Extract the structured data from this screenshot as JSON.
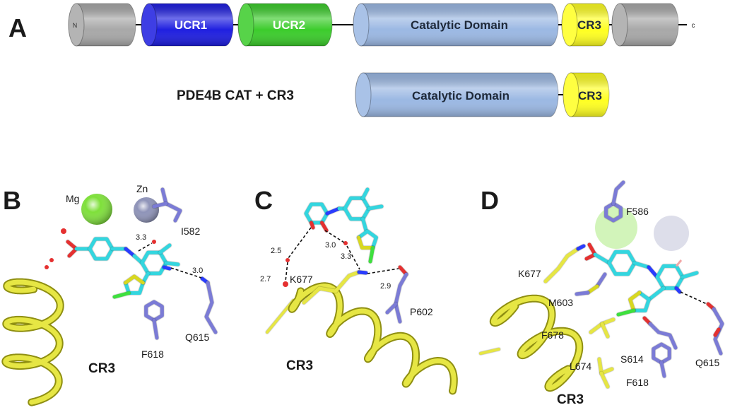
{
  "figure": {
    "panel_a": {
      "label": "A",
      "full_length": {
        "n_terminus": "N",
        "ucr1": "UCR1",
        "ucr2": "UCR2",
        "catalytic_domain": "Catalytic Domain",
        "cr3": "CR3",
        "c_terminus": "c"
      },
      "construct": {
        "name": "PDE4B CAT + CR3",
        "catalytic_domain": "Catalytic Domain",
        "cr3": "CR3"
      }
    },
    "panel_b": {
      "label": "B",
      "ions": {
        "mg": "Mg",
        "zn": "Zn"
      },
      "residues": {
        "i582": "I582",
        "q615": "Q615",
        "f618": "F618"
      },
      "distances": {
        "d1": "3.3",
        "d2": "3.0"
      },
      "helix_label": "CR3"
    },
    "panel_c": {
      "label": "C",
      "residues": {
        "k677": "K677",
        "p602": "P602"
      },
      "distances": {
        "d1": "2.5",
        "d2": "3.0",
        "d3": "3.3",
        "d4": "2.7",
        "d5": "2.9"
      },
      "helix_label": "CR3"
    },
    "panel_d": {
      "label": "D",
      "residues": {
        "f586": "F586",
        "k677": "K677",
        "m603": "M603",
        "f678": "F678",
        "l674": "L674",
        "s614": "S614",
        "q615": "Q615",
        "f618": "F618"
      },
      "helix_label": "CR3"
    }
  },
  "colors": {
    "domain_gray": "#a8a8a8",
    "ucr1": "#1f1fe0",
    "ucr2": "#3ccc2c",
    "catalytic": "#9bb8e3",
    "cr3": "#ffff22",
    "ligand_carbon": "#33d6df",
    "residue_carbon": "#7b7bd6",
    "helix": "#e6e644",
    "oxygen": "#e53030",
    "nitrogen": "#2a3cff",
    "chlorine": "#3ee03e",
    "sulfur": "#d8d820",
    "mg": "#7ee03a",
    "zn": "#8e93b8"
  }
}
